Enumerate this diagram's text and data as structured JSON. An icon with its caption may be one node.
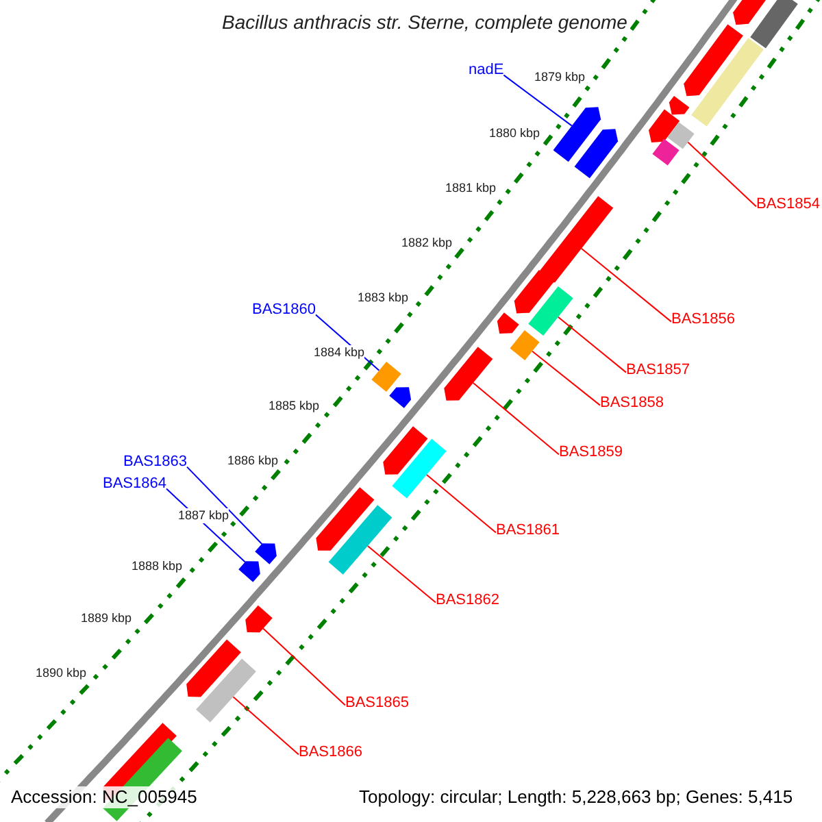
{
  "diagram": {
    "title": "Bacillus anthracis str. Sterne, complete genome",
    "nodes": [
      {
        "text": [
          "nadE"
        ]
      },
      {
        "text": [
          "BAS1854"
        ]
      },
      {
        "text": [
          "BAS1860"
        ]
      },
      {
        "text": [
          "BAS1856"
        ]
      },
      {
        "text": [
          "BAS1857"
        ]
      },
      {
        "text": [
          "BAS1858"
        ]
      },
      {
        "text": [
          "BAS1859"
        ]
      },
      {
        "text": [
          "BAS1863"
        ]
      },
      {
        "text": [
          "BAS1864"
        ]
      },
      {
        "text": [
          "BAS1861"
        ]
      },
      {
        "text": [
          "BAS1862"
        ]
      },
      {
        "text": [
          "BAS1865"
        ]
      },
      {
        "text": [
          "BAS1866"
        ]
      },
      {
        "text": [],
        "shape": "bar"
      },
      {
        "text": [],
        "shape": "bar"
      },
      {
        "text": [],
        "shape": "bar"
      },
      {
        "text": [],
        "shape": "bar"
      },
      {
        "text": [],
        "shape": "bar"
      },
      {
        "text": [],
        "shape": "bar"
      },
      {
        "text": [],
        "shape": "bar"
      },
      {
        "text": [],
        "shape": "bar"
      },
      {
        "text": [],
        "shape": "bar"
      },
      {
        "text": [],
        "shape": "bar"
      },
      {
        "text": [],
        "shape": "bar"
      },
      {
        "text": [],
        "shape": "bar"
      },
      {
        "text": [],
        "shape": "bar"
      },
      {
        "text": [],
        "shape": "bar"
      },
      {
        "text": [],
        "shape": "bar"
      },
      {
        "text": [],
        "shape": "bar"
      },
      {
        "text": [],
        "shape": "bar"
      },
      {
        "text": [],
        "shape": "bar"
      },
      {
        "text": [],
        "shape": "bar"
      },
      {
        "text": [],
        "shape": "bar"
      },
      {
        "text": [],
        "shape": "bar"
      },
      {
        "text": [],
        "shape": "bar"
      },
      {
        "text": [],
        "shape": "bar"
      },
      {
        "text": [],
        "shape": "bar"
      },
      {
        "text": [],
        "shape": "bar"
      },
      {
        "text": [],
        "shape": "bar"
      },
      {
        "text": [],
        "shape": "bar"
      },
      {
        "text": [],
        "shape": "bar"
      },
      {
        "text": [],
        "shape": "bar"
      }
    ],
    "edges": [
      {
        "from": 0,
        "to": 19,
        "arrow": "none",
        "color": "#0000ff"
      },
      {
        "from": 1,
        "to": 20,
        "arrow": "none"
      },
      {
        "from": 2,
        "to": 28,
        "arrow": "none",
        "color": "#0000ff"
      },
      {
        "from": 3,
        "to": 23,
        "arrow": "none"
      },
      {
        "from": 4,
        "to": 25,
        "arrow": "none"
      },
      {
        "from": 5,
        "to": 27,
        "arrow": "none"
      },
      {
        "from": 6,
        "to": 29,
        "arrow": "none"
      },
      {
        "from": 7,
        "to": 35,
        "arrow": "none",
        "color": "#0000ff"
      },
      {
        "from": 8,
        "to": 36,
        "arrow": "none",
        "color": "#0000ff"
      },
      {
        "from": 9,
        "to": 32,
        "arrow": "none"
      },
      {
        "from": 10,
        "to": 34,
        "arrow": "none"
      },
      {
        "from": 11,
        "to": 37,
        "arrow": "none"
      },
      {
        "from": 12,
        "to": 39,
        "arrow": "none"
      }
    ],
    "labels": [
      "1879 kbp",
      "1880 kbp",
      "1881 kbp",
      "1882 kbp",
      "1883 kbp",
      "1884 kbp",
      "1885 kbp",
      "1886 kbp",
      "1887 kbp",
      "1888 kbp",
      "1889 kbp",
      "1890 kbp",
      "Accession: NC_005945",
      "Topology: circular; Length: 5,228,663 bp; Genes: 5,415"
    ]
  }
}
